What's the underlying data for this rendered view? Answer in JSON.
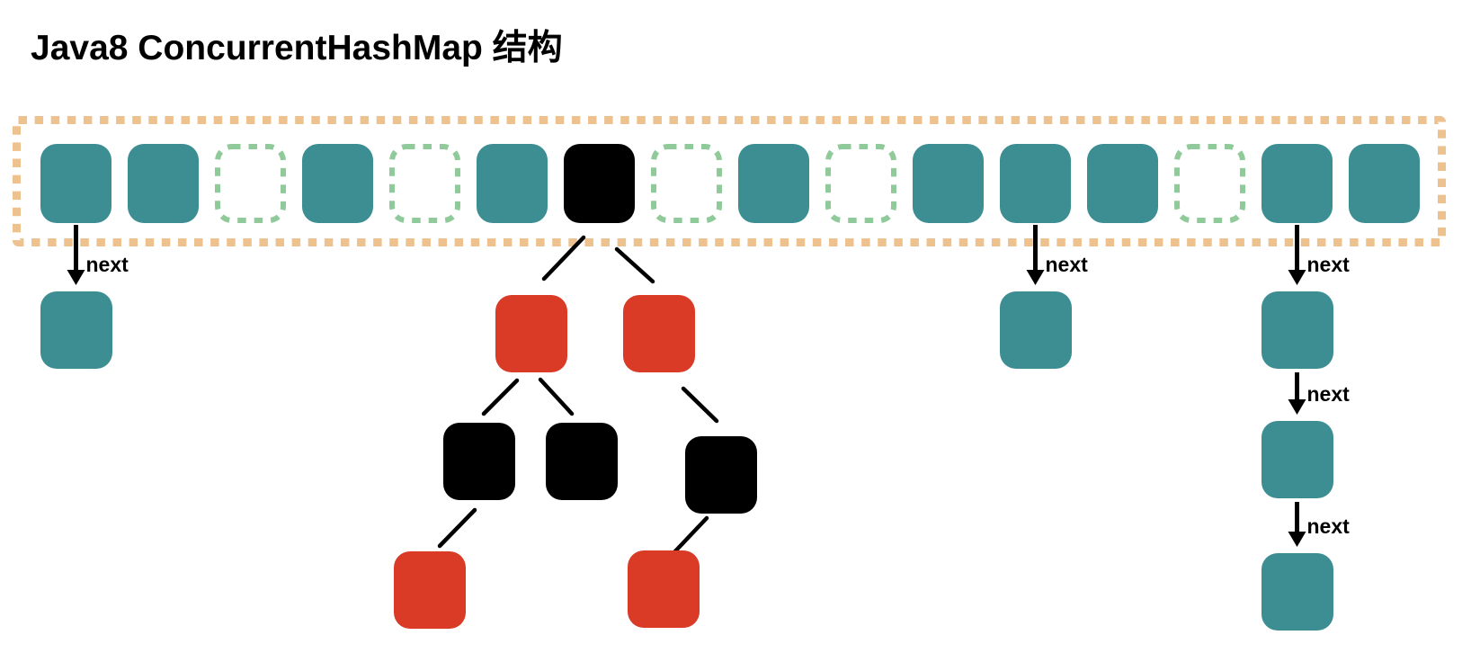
{
  "title": "Java8 ConcurrentHashMap 结构",
  "next_label": "next",
  "colors": {
    "teal": "#3d8e92",
    "red": "#d93b27",
    "black": "#000000",
    "empty_slot_border": "#90c99a",
    "array_border": "#edc28f",
    "text": "#000000",
    "background": "#ffffff"
  },
  "bucket_array": {
    "slot_count": 16,
    "slots": [
      "teal",
      "teal",
      "empty",
      "teal",
      "empty",
      "teal",
      "black",
      "empty",
      "teal",
      "empty",
      "teal",
      "teal",
      "teal",
      "empty",
      "teal",
      "teal"
    ]
  },
  "chains": [
    {
      "bucket_index": 0,
      "links": [
        {
          "label": "next",
          "node_color": "teal"
        }
      ]
    },
    {
      "bucket_index": 11,
      "links": [
        {
          "label": "next",
          "node_color": "teal"
        }
      ]
    },
    {
      "bucket_index": 14,
      "links": [
        {
          "label": "next",
          "node_color": "teal"
        },
        {
          "label": "next",
          "node_color": "teal"
        },
        {
          "label": "next",
          "node_color": "teal"
        }
      ]
    }
  ],
  "tree": {
    "root_bucket_index": 6,
    "root_color": "black",
    "nodes": [
      {
        "id": "L",
        "color": "red",
        "parent": "root"
      },
      {
        "id": "R",
        "color": "red",
        "parent": "root"
      },
      {
        "id": "LL",
        "color": "black",
        "parent": "L"
      },
      {
        "id": "LR",
        "color": "black",
        "parent": "L"
      },
      {
        "id": "RR",
        "color": "black",
        "parent": "R"
      },
      {
        "id": "LLL",
        "color": "red",
        "parent": "LL"
      },
      {
        "id": "RRL",
        "color": "red",
        "parent": "RR"
      }
    ]
  }
}
